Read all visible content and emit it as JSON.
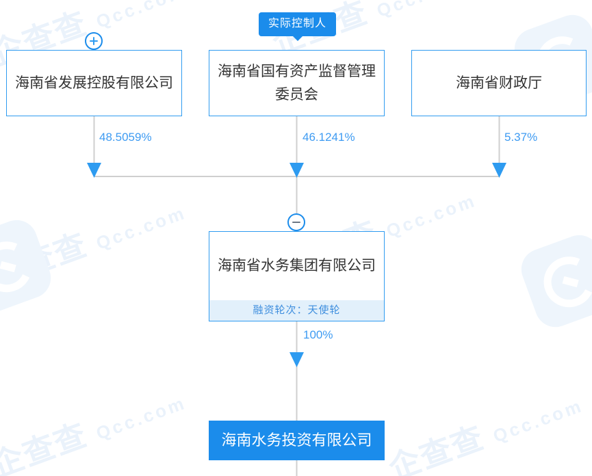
{
  "diagram": {
    "watermark_text": "企查查",
    "watermark_domain": "Qcc.com",
    "accent_color": "#1b8ceb",
    "label_color": "#3e9bf2",
    "line_color": "#cfcfcf"
  },
  "tag": {
    "label": "实际控制人"
  },
  "shareholders": [
    {
      "name": "海南省发展控股有限公司",
      "percent": "48.5059%",
      "toggle": "expand"
    },
    {
      "name": "海南省国有资产监督管理委员会",
      "percent": "46.1241%",
      "toggle": "none"
    },
    {
      "name": "海南省财政厅",
      "percent": "5.37%",
      "toggle": "none"
    }
  ],
  "holding": {
    "name": "海南省水务集团有限公司",
    "funding_label": "融资轮次：天使轮",
    "percent": "100%",
    "toggle": "collapse"
  },
  "target": {
    "name": "海南水务投资有限公司"
  },
  "icons": {
    "plus": "plus-icon",
    "minus": "minus-icon"
  }
}
